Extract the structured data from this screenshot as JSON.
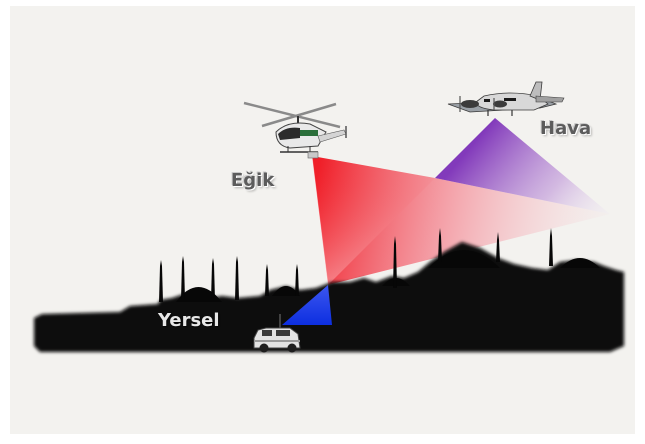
{
  "labels": {
    "egik": "Eğik",
    "hava": "Hava",
    "yersel": "Yersel"
  },
  "colors": {
    "background": "#f3f2ef",
    "skyline": "#070707",
    "egik_beam": "#f0141e",
    "hava_beam": "#8a3fc0",
    "yersel_beam": "#1537e6"
  },
  "icons": [
    "helicopter-icon",
    "airplane-icon",
    "suv-icon",
    "mosque-skyline"
  ]
}
